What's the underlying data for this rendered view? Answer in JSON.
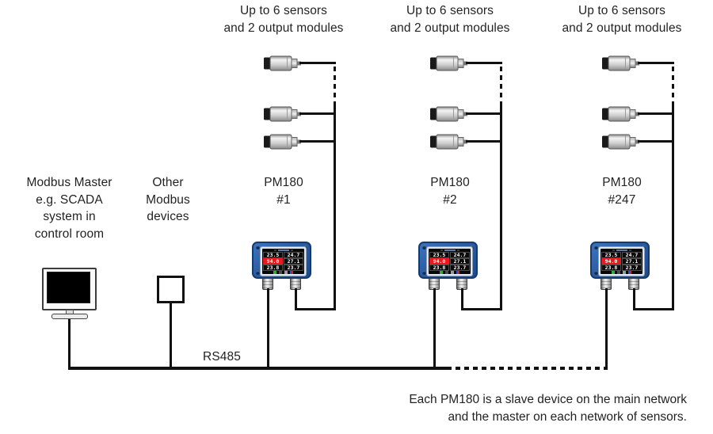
{
  "diagram": {
    "columns": [
      {
        "top_label": [
          "Up to 6 sensors",
          "and 2 output modules"
        ],
        "device_label": [
          "PM180",
          "#1"
        ]
      },
      {
        "top_label": [
          "Up to 6 sensors",
          "and 2 output modules"
        ],
        "device_label": [
          "PM180",
          "#2"
        ]
      },
      {
        "top_label": [
          "Up to 6 sensors",
          "and 2 output modules"
        ],
        "device_label": [
          "PM180",
          "#247"
        ]
      }
    ],
    "master_label": {
      "lines": [
        "Modbus Master",
        "e.g. SCADA",
        "system in",
        "control room"
      ]
    },
    "other_label": {
      "lines": [
        "Other",
        "Modbus",
        "devices"
      ]
    },
    "bus_label": "RS485",
    "caption": {
      "line1": "Each PM180 is a slave device on the main network",
      "line2": "and the master on each network of sensors."
    },
    "device_screen": {
      "rows": [
        [
          "23.5",
          "24.7"
        ],
        [
          "94.0",
          "27.1"
        ],
        [
          "23.8",
          "23.7"
        ]
      ],
      "alarm_value": "94.0"
    },
    "colors": {
      "line": "#111111",
      "device_blue": "#2a5ca3",
      "device_blue_dark": "#143a6e",
      "alarm_red": "#e8191f",
      "screen_black": "#060606",
      "status_green": "#2fae35"
    }
  }
}
